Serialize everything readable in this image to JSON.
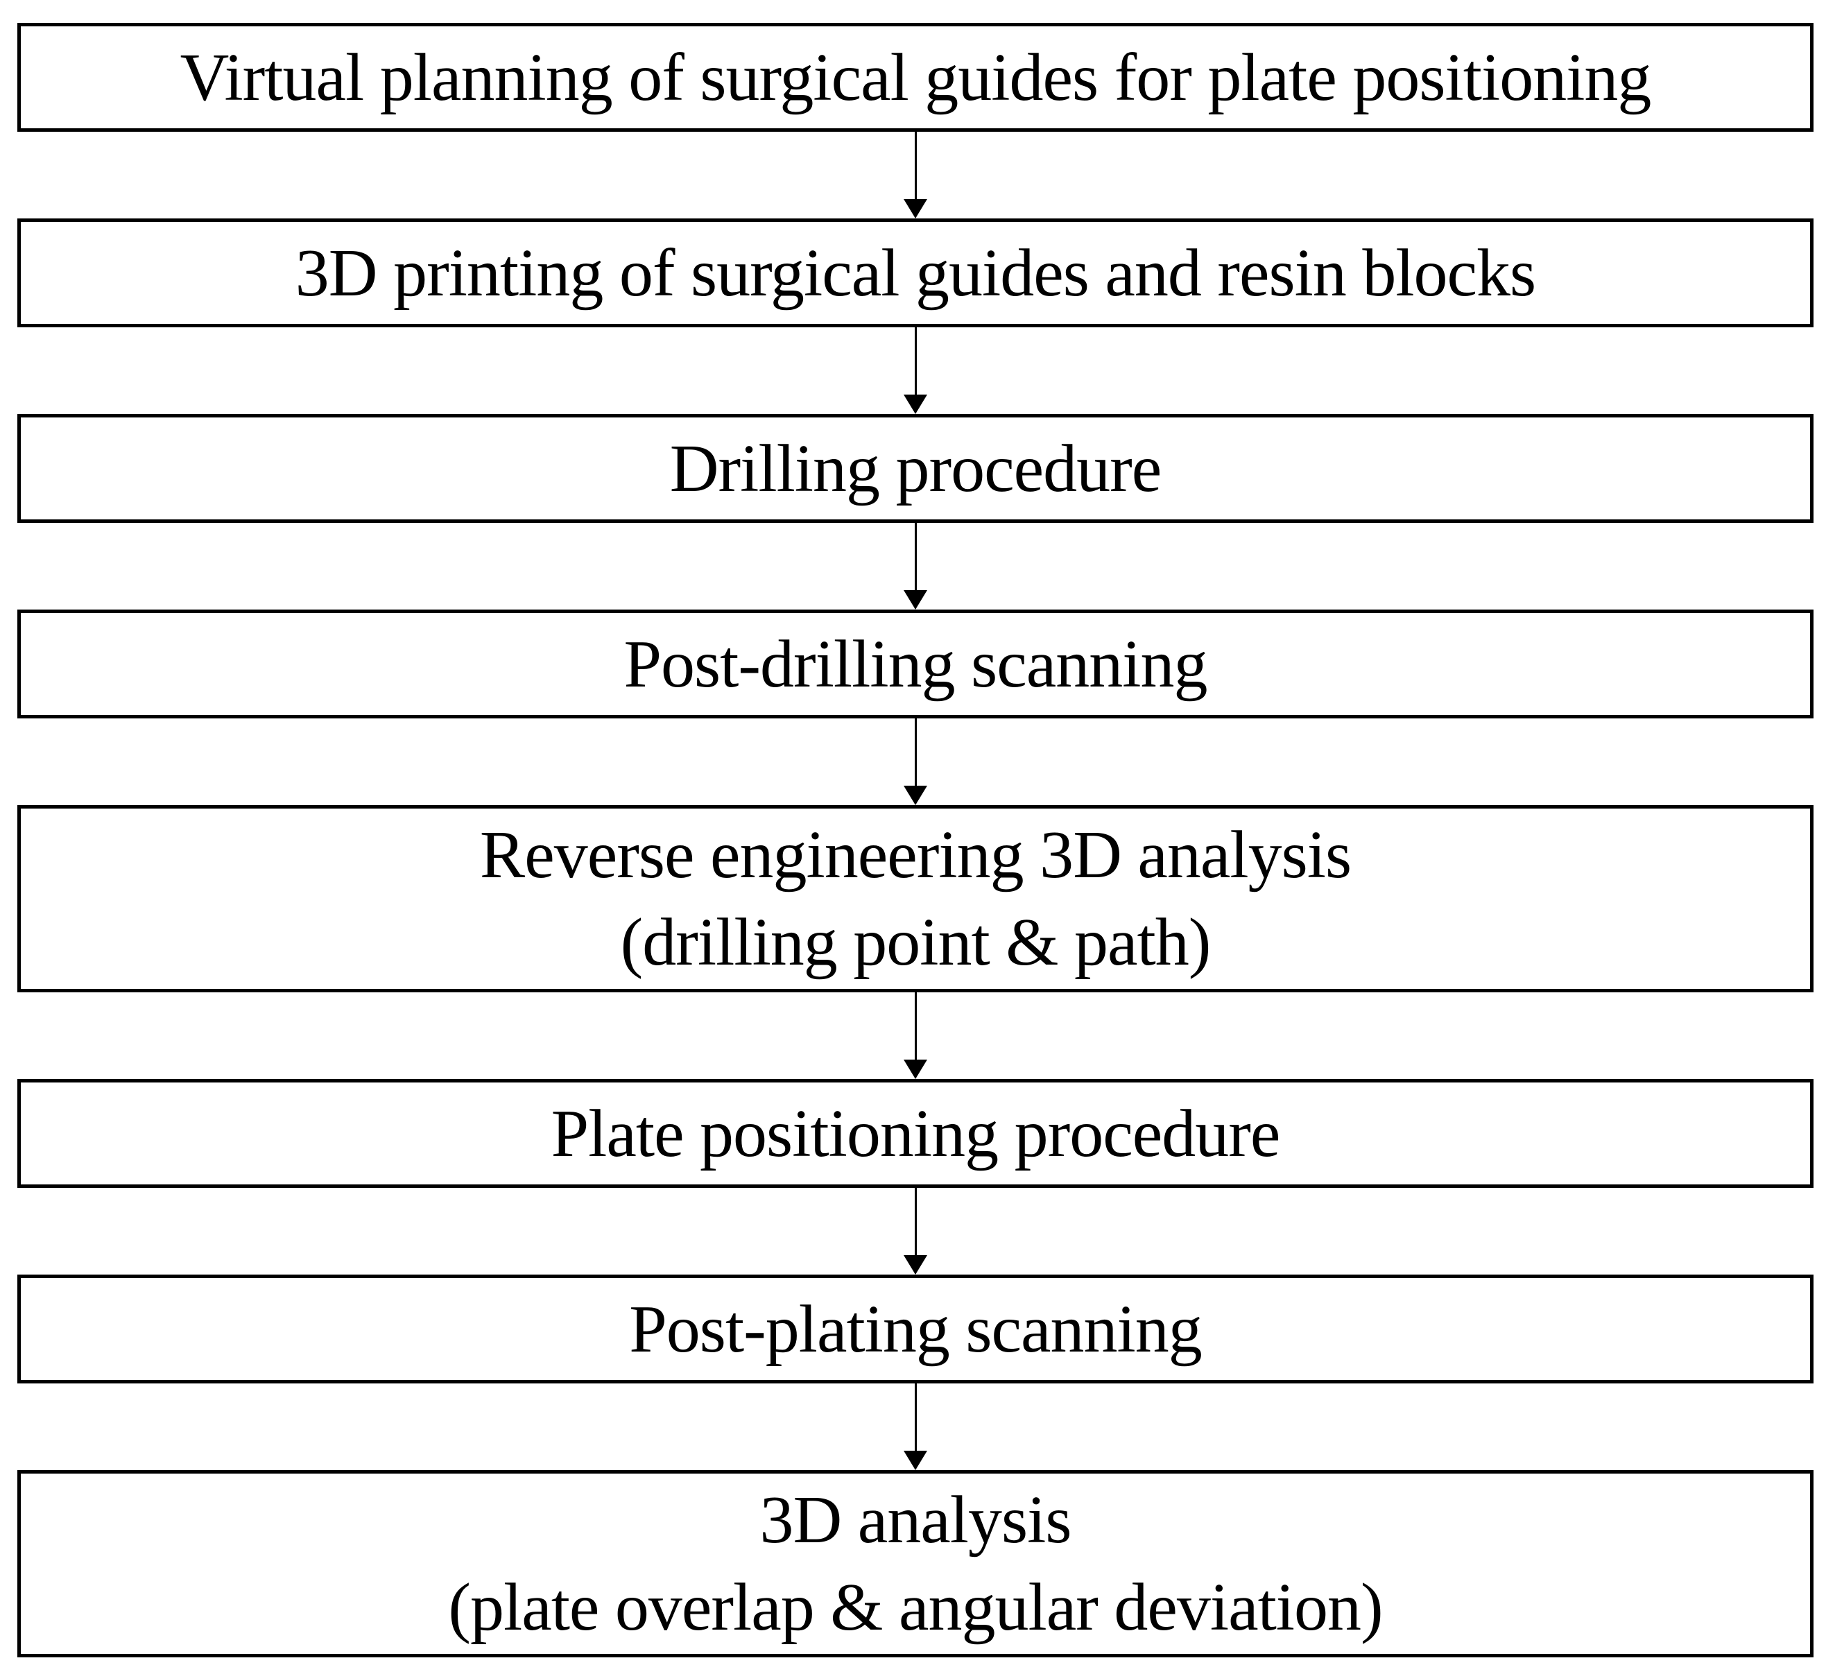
{
  "flowchart": {
    "steps": [
      {
        "lines": [
          "Virtual planning of surgical guides for plate positioning"
        ]
      },
      {
        "lines": [
          "3D printing of surgical guides and resin blocks"
        ]
      },
      {
        "lines": [
          "Drilling procedure"
        ]
      },
      {
        "lines": [
          "Post-drilling scanning"
        ]
      },
      {
        "lines": [
          "Reverse engineering 3D analysis",
          "(drilling point & path)"
        ]
      },
      {
        "lines": [
          "Plate positioning procedure"
        ]
      },
      {
        "lines": [
          "Post-plating scanning"
        ]
      },
      {
        "lines": [
          "3D analysis",
          "(plate overlap & angular deviation)"
        ]
      }
    ],
    "colors": {
      "border": "#000000",
      "text": "#000000",
      "background": "#ffffff",
      "arrow": "#000000"
    }
  }
}
